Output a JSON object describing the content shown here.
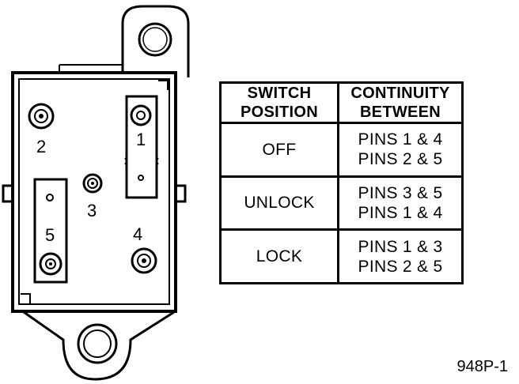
{
  "diagram": {
    "pin_labels": {
      "pin1": "1",
      "pin2": "2",
      "pin3": "3",
      "pin4": "4",
      "pin5": "5"
    }
  },
  "table": {
    "headers": {
      "position_line1": "SWITCH",
      "position_line2": "POSITION",
      "continuity_line1": "CONTINUITY",
      "continuity_line2": "BETWEEN"
    },
    "rows": [
      {
        "position": "OFF",
        "pins": [
          "PINS 1 & 4",
          "PINS 2 & 5"
        ]
      },
      {
        "position": "UNLOCK",
        "pins": [
          "PINS 3 & 5",
          "PINS 1 & 4"
        ]
      },
      {
        "position": "LOCK",
        "pins": [
          "PINS 1 & 3",
          "PINS 2 & 5"
        ]
      }
    ]
  },
  "figure_id": "948P-1"
}
